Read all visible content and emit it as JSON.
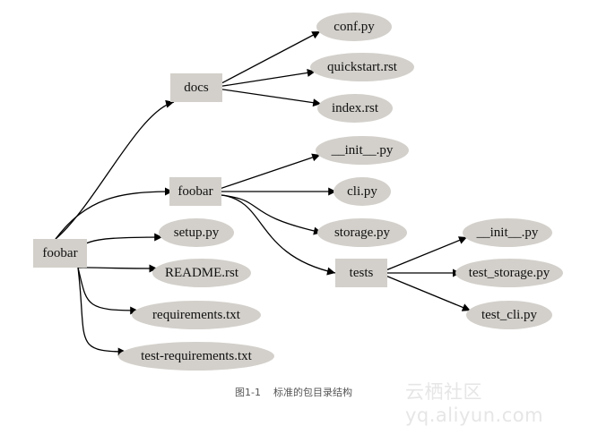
{
  "diagram": {
    "nodes": [
      {
        "id": "root",
        "label": "foobar",
        "shape": "box"
      },
      {
        "id": "docs",
        "label": "docs",
        "shape": "box"
      },
      {
        "id": "pkg",
        "label": "foobar",
        "shape": "box"
      },
      {
        "id": "setup",
        "label": "setup.py",
        "shape": "ellipse"
      },
      {
        "id": "readme",
        "label": "README.rst",
        "shape": "ellipse"
      },
      {
        "id": "req",
        "label": "requirements.txt",
        "shape": "ellipse"
      },
      {
        "id": "testreq",
        "label": "test-requirements.txt",
        "shape": "ellipse"
      },
      {
        "id": "conf",
        "label": "conf.py",
        "shape": "ellipse"
      },
      {
        "id": "quick",
        "label": "quickstart.rst",
        "shape": "ellipse"
      },
      {
        "id": "index",
        "label": "index.rst",
        "shape": "ellipse"
      },
      {
        "id": "init1",
        "label": "__init__.py",
        "shape": "ellipse"
      },
      {
        "id": "cli",
        "label": "cli.py",
        "shape": "ellipse"
      },
      {
        "id": "storage",
        "label": "storage.py",
        "shape": "ellipse"
      },
      {
        "id": "tests",
        "label": "tests",
        "shape": "box"
      },
      {
        "id": "init2",
        "label": "__init__.py",
        "shape": "ellipse"
      },
      {
        "id": "tstorage",
        "label": "test_storage.py",
        "shape": "ellipse"
      },
      {
        "id": "tcli",
        "label": "test_cli.py",
        "shape": "ellipse"
      }
    ],
    "edges": [
      [
        "root",
        "docs"
      ],
      [
        "root",
        "pkg"
      ],
      [
        "root",
        "setup"
      ],
      [
        "root",
        "readme"
      ],
      [
        "root",
        "req"
      ],
      [
        "root",
        "testreq"
      ],
      [
        "docs",
        "conf"
      ],
      [
        "docs",
        "quick"
      ],
      [
        "docs",
        "index"
      ],
      [
        "pkg",
        "init1"
      ],
      [
        "pkg",
        "cli"
      ],
      [
        "pkg",
        "storage"
      ],
      [
        "pkg",
        "tests"
      ],
      [
        "tests",
        "init2"
      ],
      [
        "tests",
        "tstorage"
      ],
      [
        "tests",
        "tcli"
      ]
    ],
    "node_fill": "#d3d0cb"
  },
  "caption": {
    "figure": "图1-1",
    "text": "标准的包目录结构"
  },
  "watermark": "云栖社区 yq.aliyun.com"
}
